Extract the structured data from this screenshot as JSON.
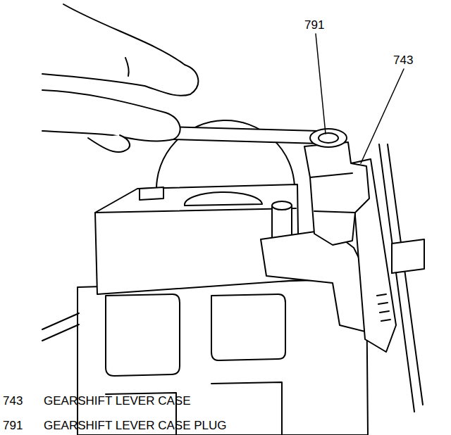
{
  "diagram": {
    "labels": [
      "791",
      "743",
      "743",
      "GEARSHIFT LEVER CASE",
      "791",
      "GEARSHIFT LEVER CASE PLUG"
    ]
  }
}
